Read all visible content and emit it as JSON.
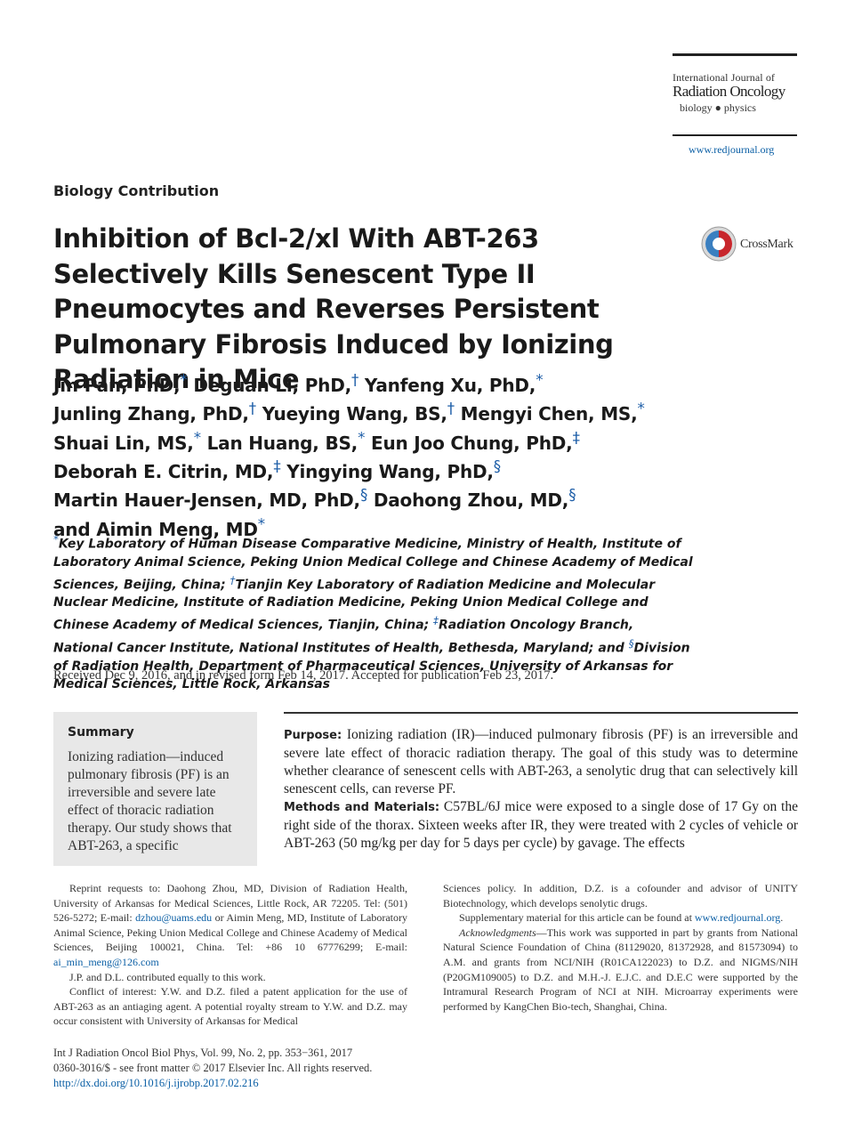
{
  "journal": {
    "name_line1": "International Journal of",
    "name_line2": "Radiation Oncology",
    "name_line3": "biology ● physics",
    "url": "www.redjournal.org"
  },
  "section": "Biology Contribution",
  "title": "Inhibition of Bcl-2/xl With ABT-263 Selectively Kills Senescent Type II Pneumocytes and Reverses Persistent Pulmonary Fibrosis Induced by Ionizing Radiation in Mice",
  "crossmark": "CrossMark",
  "authors": [
    {
      "name": "Jin Pan, PhD,",
      "mark": "*",
      "br": false
    },
    {
      "name": "Deguan Li, PhD,",
      "mark": "†",
      "br": false
    },
    {
      "name": "Yanfeng Xu, PhD,",
      "mark": "*",
      "br": true
    },
    {
      "name": "Junling Zhang, PhD,",
      "mark": "†",
      "br": false
    },
    {
      "name": "Yueying Wang, BS,",
      "mark": "†",
      "br": false
    },
    {
      "name": "Mengyi Chen, MS,",
      "mark": "*",
      "br": true
    },
    {
      "name": "Shuai Lin, MS,",
      "mark": "*",
      "br": false
    },
    {
      "name": "Lan Huang, BS,",
      "mark": "*",
      "br": false
    },
    {
      "name": "Eun Joo Chung, PhD,",
      "mark": "‡",
      "br": true
    },
    {
      "name": "Deborah E. Citrin, MD,",
      "mark": "‡",
      "br": false
    },
    {
      "name": "Yingying Wang, PhD,",
      "mark": "§",
      "br": true
    },
    {
      "name": "Martin Hauer-Jensen, MD, PhD,",
      "mark": "§",
      "br": false
    },
    {
      "name": "Daohong Zhou, MD,",
      "mark": "§",
      "br": true
    },
    {
      "name": "and Aimin Meng, MD",
      "mark": "*",
      "br": false
    }
  ],
  "affiliations": {
    "a1_mark": "*",
    "a1": "Key Laboratory of Human Disease Comparative Medicine, Ministry of Health, Institute of Laboratory Animal Science, Peking Union Medical College and Chinese Academy of Medical Sciences, Beijing, China; ",
    "a2_mark": "†",
    "a2": "Tianjin Key Laboratory of Radiation Medicine and Molecular Nuclear Medicine, Institute of Radiation Medicine, Peking Union Medical College and Chinese Academy of Medical Sciences, Tianjin, China; ",
    "a3_mark": "‡",
    "a3": "Radiation Oncology Branch, National Cancer Institute, National Institutes of Health, Bethesda, Maryland; and ",
    "a4_mark": "§",
    "a4": "Division of Radiation Health, Department of Pharmaceutical Sciences, University of Arkansas for Medical Sciences, Little Rock, Arkansas"
  },
  "received": "Received Dec 9, 2016, and in revised form Feb 14, 2017. Accepted for publication Feb 23, 2017.",
  "summary": {
    "heading": "Summary",
    "text": "Ionizing radiation—induced pulmonary fibrosis (PF) is an irreversible and severe late effect of thoracic radiation therapy. Our study shows that ABT-263, a specific"
  },
  "abstract": {
    "purpose_label": "Purpose:",
    "purpose": " Ionizing radiation (IR)—induced pulmonary fibrosis (PF) is an irreversible and severe late effect of thoracic radiation therapy. The goal of this study was to determine whether clearance of senescent cells with ABT-263, a senolytic drug that can selectively kill senescent cells, can reverse PF.",
    "methods_label": "Methods and Materials:",
    "methods": " C57BL/6J mice were exposed to a single dose of 17 Gy on the right side of the thorax. Sixteen weeks after IR, they were treated with 2 cycles of vehicle or ABT-263 (50 mg/kg per day for 5 days per cycle) by gavage. The effects"
  },
  "footnotes": {
    "reprint_1": "Reprint requests to: Daohong Zhou, MD, Division of Radiation Health, University of Arkansas for Medical Sciences, Little Rock, AR 72205. Tel: (501) 526-5272; E-mail: ",
    "email1": "dzhou@uams.edu",
    "reprint_2": " or Aimin Meng, MD, Institute of Laboratory Animal Science, Peking Union Medical College and Chinese Academy of Medical Sciences, Beijing 100021, China. Tel: +86 10 67776299; E-mail: ",
    "email2": "ai_min_meng@126.com",
    "equal": "J.P. and D.L. contributed equally to this work.",
    "conflict": "Conflict of interest: Y.W. and D.Z. filed a patent application for the use of ABT-263 as an antiaging agent. A potential royalty stream to Y.W. and D.Z. may occur consistent with University of Arkansas for Medical",
    "conflict_cont": "Sciences policy. In addition, D.Z. is a cofounder and advisor of UNITY Biotechnology, which develops senolytic drugs.",
    "supp": "Supplementary material for this article can be found at ",
    "supp_url": "www.redjournal.org",
    "supp_end": ".",
    "ack_label": "Acknowledgments",
    "ack": "—This work was supported in part by grants from National Natural Science Foundation of China (81129020, 81372928, and 81573094) to A.M. and grants from NCI/NIH (R01CA122023) to D.Z. and NIGMS/NIH (P20GM109005) to D.Z. and M.H.-J. E.J.C. and D.E.C were supported by the Intramural Research Program of NCI at NIH. Microarray experiments were performed by KangChen Bio-tech, Shanghai, China."
  },
  "footer": {
    "citation": "Int J Radiation Oncol Biol Phys, Vol. 99, No. 2, pp. 353−361, 2017",
    "issn": "0360-3016/$ - see front matter © 2017 Elsevier Inc. All rights reserved.",
    "doi": "http://dx.doi.org/10.1016/j.ijrobp.2017.02.216"
  },
  "colors": {
    "link": "#0b5fa5",
    "summary_bg": "#e8e8e8",
    "crossmark_red": "#c8262c"
  }
}
